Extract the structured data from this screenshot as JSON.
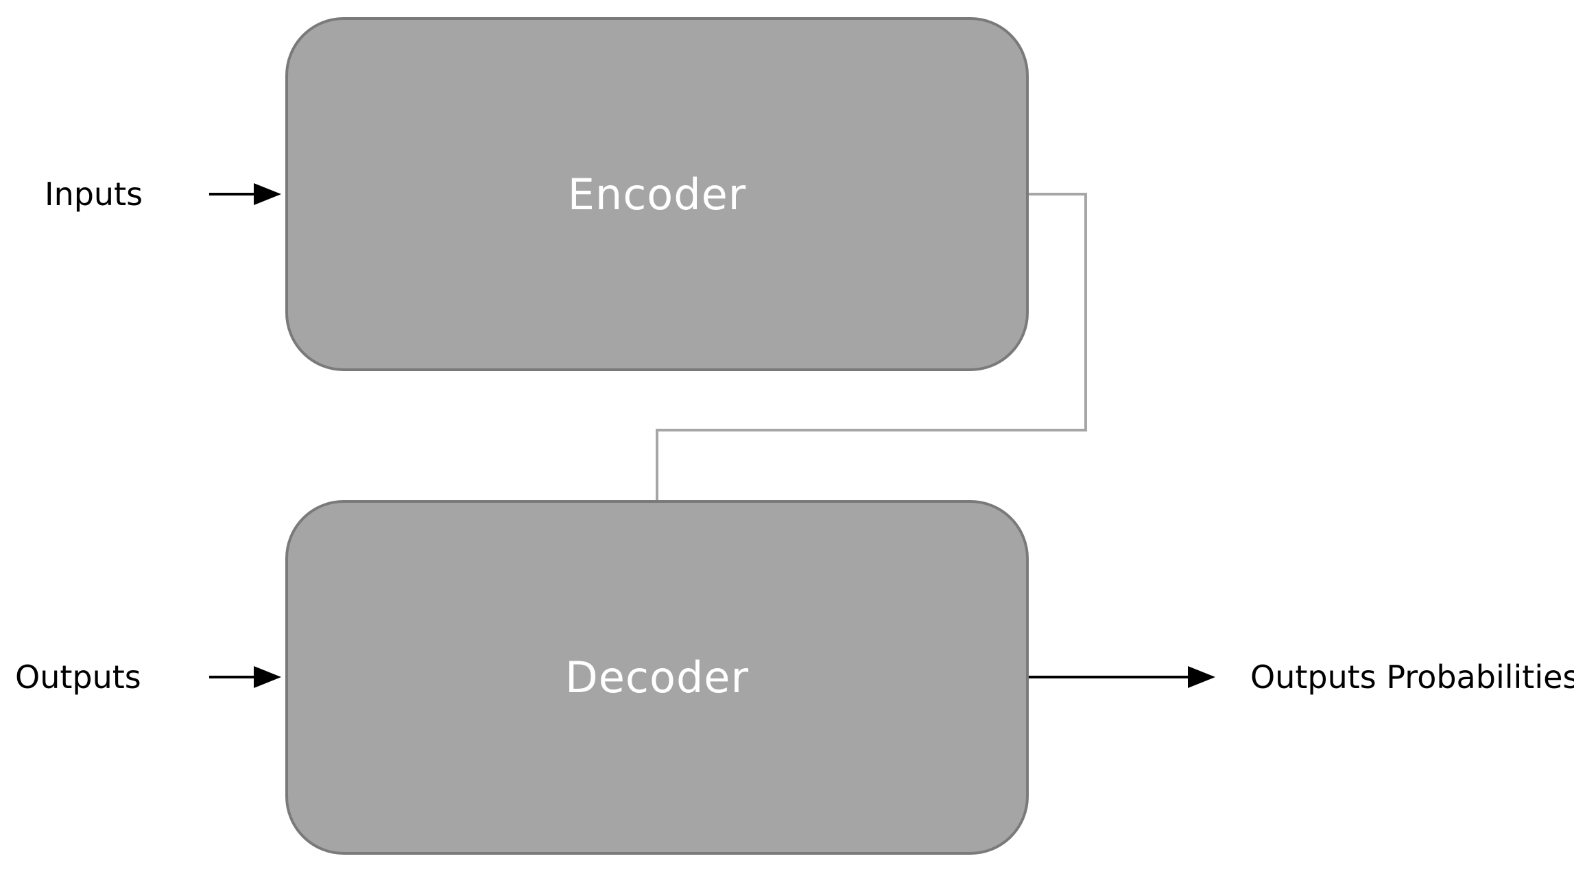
{
  "diagram": {
    "encoder": {
      "label": "Encoder"
    },
    "decoder": {
      "label": "Decoder"
    },
    "inputs": {
      "label": "Inputs"
    },
    "outputs": {
      "label": "Outputs"
    },
    "output_probabilities": {
      "label": "Outputs Probabilities"
    },
    "colors": {
      "box_fill": "#a5a5a5",
      "box_border": "#7a7a7a",
      "box_text": "#ffffff",
      "arrow": "#000000",
      "connector": "#a6a6a6"
    },
    "connections": [
      {
        "from": "Inputs",
        "to": "Encoder"
      },
      {
        "from": "Outputs",
        "to": "Decoder"
      },
      {
        "from": "Encoder",
        "to": "Decoder"
      },
      {
        "from": "Decoder",
        "to": "Outputs Probabilities"
      }
    ]
  }
}
